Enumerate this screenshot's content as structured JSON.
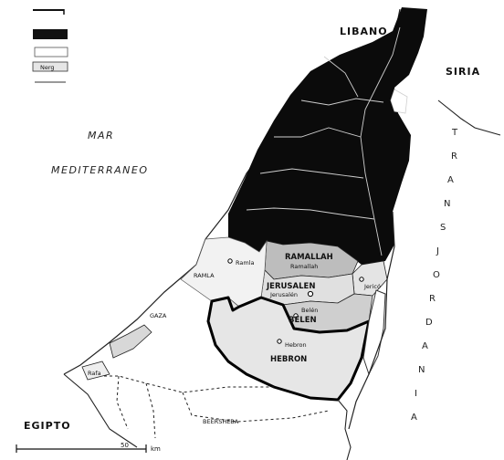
{
  "legend": {
    "items": [
      {
        "swatch": "black-line"
      },
      {
        "swatch": "black-fill"
      },
      {
        "swatch": "white-box"
      },
      {
        "swatch": "dotted-box",
        "label": "Nerg"
      },
      {
        "swatch": "thin-line"
      }
    ]
  },
  "labels": {
    "libano": "LIBANO",
    "siria": "SIRIA",
    "mar": "MAR",
    "mediterraneo": "MEDITERRANEO",
    "egipto": "EGIPTO",
    "transjordania_letters": [
      "T",
      "R",
      "A",
      "N",
      "S",
      "J",
      "O",
      "R",
      "D",
      "A",
      "N",
      "I",
      "A"
    ],
    "ramallah_district": "RAMALLAH",
    "ramallah_town": "Ramallah",
    "jerusalen_district": "JERUSALEN",
    "jerusalen_town": "Jerusalén",
    "jericho_town": "Jericó",
    "belen_district": "BELEN",
    "belen_town": "Belén",
    "hebron_district": "HEBRON",
    "hebron_town": "Hebron",
    "beersheba": "BEERSHEBA",
    "ramla_district": "RAMLA",
    "ramla_town": "Ramla",
    "gaza": "GAZA",
    "rafa": "Rafa",
    "scale_unit": "km",
    "scale_value": "50"
  }
}
